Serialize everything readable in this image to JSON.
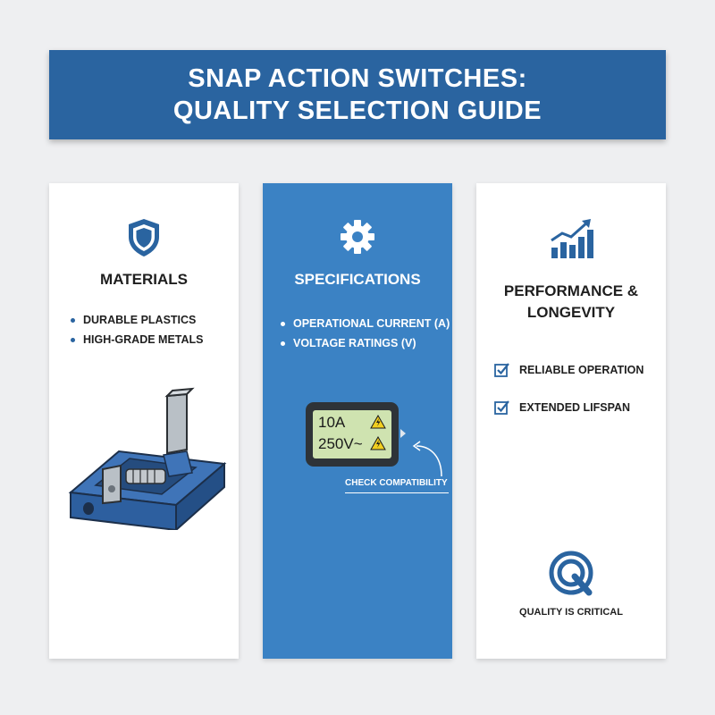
{
  "banner": {
    "title_line1": "SNAP ACTION SWITCHES:",
    "title_line2": "QUALITY SELECTION GUIDE"
  },
  "materials": {
    "icon": "shield-icon",
    "title": "MATERIALS",
    "items": [
      "DURABLE PLASTICS",
      "HIGH-GRADE METALS"
    ],
    "illustration": "snap-switch-illustration"
  },
  "specifications": {
    "icon": "gear-icon",
    "title": "SPECIFICATIONS",
    "items": [
      "OPERATIONAL CURRENT (A)",
      "VOLTAGE RATINGS (V)"
    ],
    "meter": {
      "current": "10A",
      "voltage": "250V~"
    },
    "note": "CHECK COMPATIBILITY"
  },
  "performance": {
    "icon": "growth-chart-icon",
    "title_line1": "PERFORMANCE &",
    "title_line2": "LONGEVITY",
    "items": [
      "RELIABLE OPERATION",
      "EXTENDED LIFSPAN"
    ],
    "badge_icon": "quality-q-icon",
    "badge_text": "QUALITY IS CRITICAL"
  },
  "colors": {
    "primary": "#2a64a0",
    "accent_panel": "#3b82c4",
    "background": "#eeeff1"
  }
}
